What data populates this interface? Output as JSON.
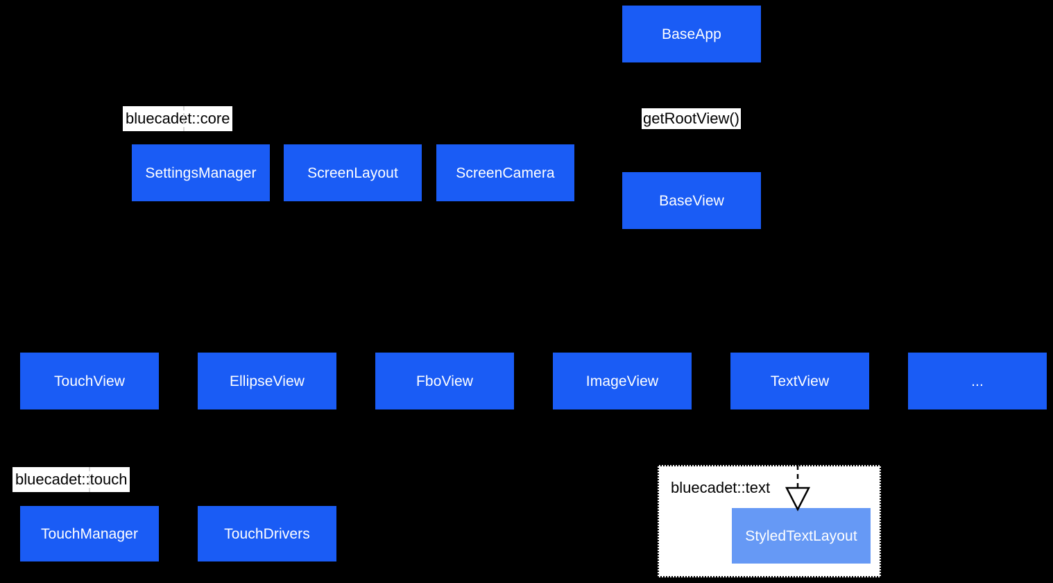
{
  "diagram": {
    "title": "bluecadet framework class diagram",
    "background_color": "#000000",
    "node_color": "#1a5cf5",
    "node_alt_color": "#6699f5",
    "node_text_color": "#ffffff",
    "package_bg_color": "#ffffff",
    "package_text_color": "#000000"
  },
  "nodes": {
    "base_app": {
      "label": "BaseApp"
    },
    "settings_manager": {
      "label": "SettingsManager"
    },
    "screen_layout": {
      "label": "ScreenLayout"
    },
    "screen_camera": {
      "label": "ScreenCamera"
    },
    "base_view": {
      "label": "BaseView"
    },
    "touch_view": {
      "label": "TouchView"
    },
    "ellipse_view": {
      "label": "EllipseView"
    },
    "fbo_view": {
      "label": "FboView"
    },
    "image_view": {
      "label": "ImageView"
    },
    "text_view": {
      "label": "TextView"
    },
    "more_views": {
      "label": "..."
    },
    "touch_manager": {
      "label": "TouchManager"
    },
    "touch_drivers": {
      "label": "TouchDrivers"
    },
    "styled_text_layout": {
      "label": "StyledTextLayout"
    }
  },
  "packages": {
    "core": {
      "label": "bluecadet::core"
    },
    "touch": {
      "label": "bluecadet::touch"
    },
    "text": {
      "label": "bluecadet::text"
    }
  },
  "edges": {
    "get_root_view": {
      "label": "getRootView()"
    }
  }
}
